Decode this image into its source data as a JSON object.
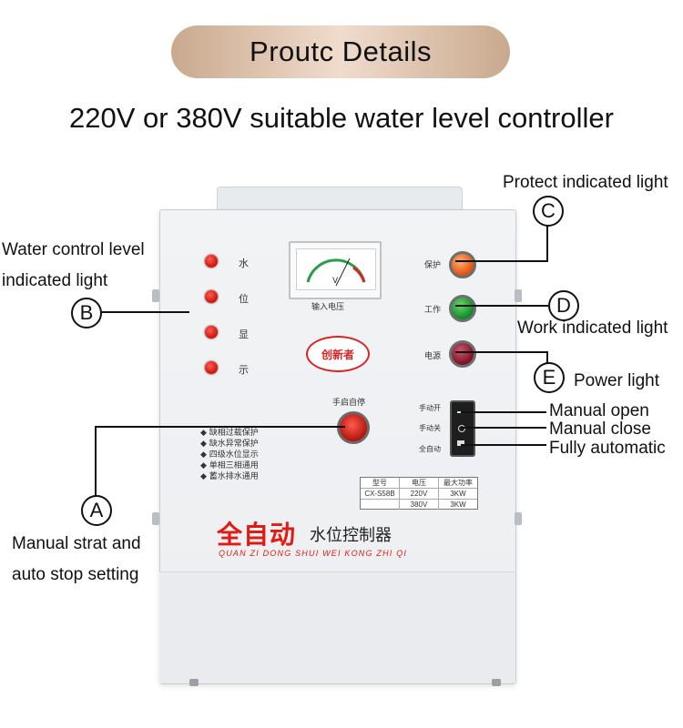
{
  "header": {
    "title": "Proutc Details"
  },
  "subtitle": "220V or 380V suitable water level controller",
  "device": {
    "level_chars": [
      "水",
      "位",
      "显",
      "示"
    ],
    "meter_caption": "输入电压",
    "meter_unit": "V",
    "lamp_labels": [
      "保护",
      "工作",
      "电源"
    ],
    "logo": "创新者",
    "button_caption": "手启自停",
    "switch_labels": [
      "手动开",
      "手动关",
      "全自动"
    ],
    "features": [
      "缺相过载保护",
      "缺水异常保护",
      "四级水位显示",
      "单相三相通用",
      "蓄水排水通用"
    ],
    "spec_table": {
      "headers": [
        "型号",
        "电压",
        "最大功率"
      ],
      "rows": [
        [
          "CX-S58B",
          "220V",
          "3KW"
        ],
        [
          "",
          "380V",
          "3KW"
        ]
      ]
    },
    "product_name_red": "全自动",
    "product_name_black": "水位控制器",
    "pinyin": "QUAN ZI DONG SHUI WEI KONG ZHI QI"
  },
  "callouts": {
    "A": {
      "letter": "A",
      "label_line1": "Manual strat and",
      "label_line2": "auto stop setting"
    },
    "B": {
      "letter": "B",
      "label_line1": "Water control level",
      "label_line2": "indicated light"
    },
    "C": {
      "letter": "C",
      "label": "Protect indicated light"
    },
    "D": {
      "letter": "D",
      "label": "Work indicated light"
    },
    "E": {
      "letter": "E",
      "label": "Power light"
    },
    "switch": {
      "open": "Manual open",
      "close": "Manual close",
      "auto": "Fully automatic"
    }
  },
  "colors": {
    "pill": "#e6c9b2",
    "led_red": "#d8251a",
    "title_red": "#e01b14"
  }
}
